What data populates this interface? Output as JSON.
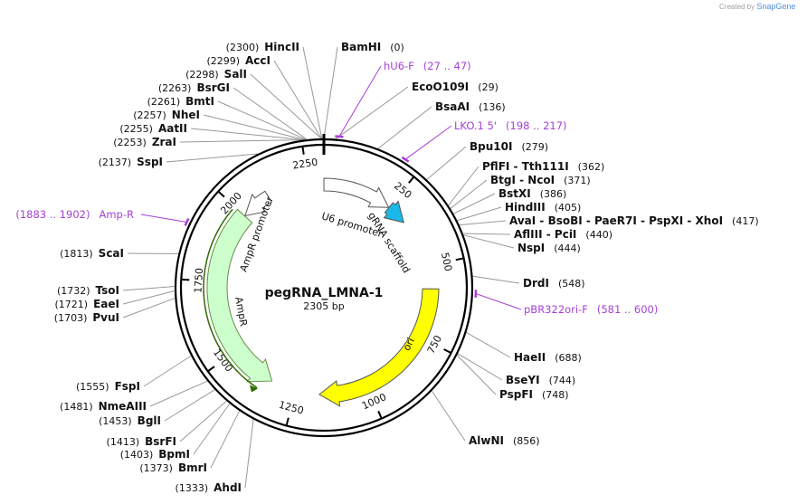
{
  "credit": {
    "prefix": "Created by",
    "brand": "SnapGene"
  },
  "plasmid": {
    "name": "pegRNA_LMNA-1",
    "size_label": "2305 bp",
    "length": 2305
  },
  "ticks": [
    {
      "pos": 250,
      "label": "250"
    },
    {
      "pos": 500,
      "label": "500"
    },
    {
      "pos": 750,
      "label": "750"
    },
    {
      "pos": 1000,
      "label": "1000"
    },
    {
      "pos": 1250,
      "label": "1250"
    },
    {
      "pos": 1500,
      "label": "1500"
    },
    {
      "pos": 1750,
      "label": "1750"
    },
    {
      "pos": 2000,
      "label": "2000"
    },
    {
      "pos": 2250,
      "label": "2250"
    }
  ],
  "features": [
    {
      "name": "U6 promoter",
      "start": 0,
      "end": 249,
      "strand": 1,
      "color": "#ffffff"
    },
    {
      "name": "gRNA scaffold",
      "start": 250,
      "end": 325,
      "strand": 1,
      "color": "#1ab8e8"
    },
    {
      "name": "ori",
      "start": 580,
      "end": 1168,
      "strand": 1,
      "color": "#ffff00"
    },
    {
      "name": "AmpR",
      "start": 1339,
      "end": 1999,
      "strand": -1,
      "color": "#ccffcc"
    },
    {
      "name": "AmpR promoter",
      "start": 2000,
      "end": 2104,
      "strand": -1,
      "color": "#ffffff"
    }
  ],
  "enzymes": [
    {
      "name": "HincII",
      "pos": "(2300)",
      "side": "left"
    },
    {
      "name": "AccI",
      "pos": "(2299)",
      "side": "left"
    },
    {
      "name": "SalI",
      "pos": "(2298)",
      "side": "left"
    },
    {
      "name": "BsrGI",
      "pos": "(2263)",
      "side": "left"
    },
    {
      "name": "BmtI",
      "pos": "(2261)",
      "side": "left"
    },
    {
      "name": "NheI",
      "pos": "(2257)",
      "side": "left"
    },
    {
      "name": "AatII",
      "pos": "(2255)",
      "side": "left"
    },
    {
      "name": "ZraI",
      "pos": "(2253)",
      "side": "left"
    },
    {
      "name": "SspI",
      "pos": "(2137)",
      "side": "left"
    },
    {
      "name": "ScaI",
      "pos": "(1813)",
      "side": "left"
    },
    {
      "name": "TsoI",
      "pos": "(1732)",
      "side": "left"
    },
    {
      "name": "EaeI",
      "pos": "(1721)",
      "side": "left"
    },
    {
      "name": "PvuI",
      "pos": "(1703)",
      "side": "left"
    },
    {
      "name": "FspI",
      "pos": "(1555)",
      "side": "left"
    },
    {
      "name": "NmeAIII",
      "pos": "(1481)",
      "side": "left"
    },
    {
      "name": "BglI",
      "pos": "(1453)",
      "side": "left"
    },
    {
      "name": "BsrFI",
      "pos": "(1413)",
      "side": "left"
    },
    {
      "name": "BpmI",
      "pos": "(1403)",
      "side": "left"
    },
    {
      "name": "BmrI",
      "pos": "(1373)",
      "side": "left"
    },
    {
      "name": "AhdI",
      "pos": "(1333)",
      "side": "left"
    },
    {
      "name": "BamHI",
      "pos": "(0)",
      "side": "right"
    },
    {
      "name": "EcoO109I",
      "pos": "(29)",
      "side": "right"
    },
    {
      "name": "BsaAI",
      "pos": "(136)",
      "side": "right"
    },
    {
      "name": "Bpu10I",
      "pos": "(279)",
      "side": "right"
    },
    {
      "name": "PflFI  -  Tth111I",
      "pos": "(362)",
      "side": "right"
    },
    {
      "name": "BtgI  -  NcoI",
      "pos": "(371)",
      "side": "right"
    },
    {
      "name": "BstXI",
      "pos": "(386)",
      "side": "right"
    },
    {
      "name": "HindIII",
      "pos": "(405)",
      "side": "right"
    },
    {
      "name": "AvaI  -  BsoBI  -  PaeR7I  -  PspXI  -  XhoI",
      "pos": "(417)",
      "side": "right"
    },
    {
      "name": "AflIII  -  PciI",
      "pos": "(440)",
      "side": "right"
    },
    {
      "name": "NspI",
      "pos": "(444)",
      "side": "right"
    },
    {
      "name": "DrdI",
      "pos": "(548)",
      "side": "right"
    },
    {
      "name": "HaeII",
      "pos": "(688)",
      "side": "right"
    },
    {
      "name": "BseYI",
      "pos": "(744)",
      "side": "right"
    },
    {
      "name": "PspFI",
      "pos": "(748)",
      "side": "right"
    },
    {
      "name": "AlwNI",
      "pos": "(856)",
      "side": "right"
    }
  ],
  "primers": [
    {
      "name": "hU6-F",
      "range": "(27 .. 47)",
      "start": 27,
      "end": 47
    },
    {
      "name": "LKO.1 5'",
      "range": "(198 .. 217)",
      "start": 198,
      "end": 217
    },
    {
      "name": "pBR322ori-F",
      "range": "(581 .. 600)",
      "start": 581,
      "end": 600
    },
    {
      "name": "Amp-R",
      "range": "(1883 .. 1902)",
      "start": 1883,
      "end": 1902
    }
  ]
}
